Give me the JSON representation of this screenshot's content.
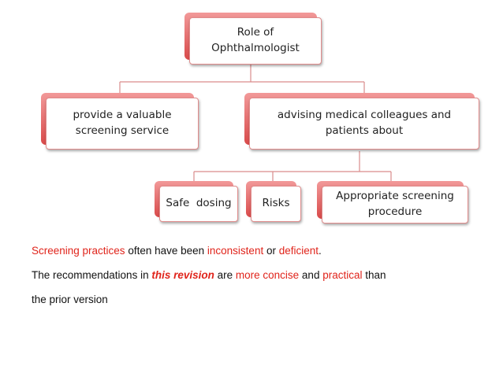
{
  "diagram": {
    "root": {
      "label_line1": "Role of",
      "label_line2": "Ophthalmologist"
    },
    "children": [
      {
        "label_line1": "provide a valuable",
        "label_line2": "screening service"
      },
      {
        "label_line1": "advising medical colleagues and",
        "label_line2": "patients about"
      }
    ],
    "grandchildren": [
      {
        "label": "Safe  dosing"
      },
      {
        "label": "Risks"
      },
      {
        "label_line1": "Appropriate screening",
        "label_line2": "procedure"
      }
    ],
    "accent_color": "#d94a4a",
    "connector_color": "#d98c8c"
  },
  "text": {
    "line1": {
      "part1": "Screening practices",
      "part2": " often have been ",
      "part3": "inconsistent",
      "part4": " or ",
      "part5": "deficient",
      "part6": "."
    },
    "line2": {
      "part1": "The recommendations in ",
      "part2": "this revision",
      "part3": " are ",
      "part4": "more concise",
      "part5": " and ",
      "part6": "practical",
      "part7": " than"
    },
    "line3": "the prior version",
    "highlight_color": "#e0241b"
  }
}
